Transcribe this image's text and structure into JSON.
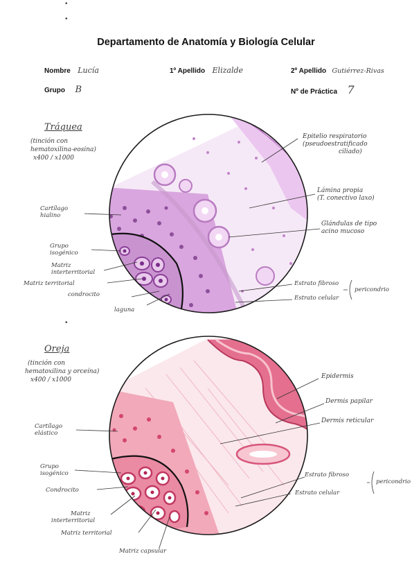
{
  "header": {
    "title": "Departamento de Anatomía y Biología Celular",
    "nombre_label": "Nombre",
    "nombre_value": "Lucía",
    "apellido1_label": "1º Apellido",
    "apellido1_value": "Elizalde",
    "apellido2_label": "2º Apellido",
    "apellido2_value": "Gutiérrez-Rivas",
    "grupo_label": "Grupo",
    "grupo_value": "B",
    "practica_label": "Nº de Práctica",
    "practica_value": "7"
  },
  "traquea": {
    "title": "Tráquea",
    "stain_1": "(tinción con",
    "stain_2": "hematoxilina-eosina)",
    "magnification": "x400 / x1000",
    "labels_left": {
      "cartilago": [
        "Cartílago",
        "hialino"
      ],
      "grupo": [
        "Grupo",
        "isogénico"
      ],
      "matriz_inter": [
        "Matriz",
        "interterritorial"
      ],
      "matriz_terr": "Matriz territorial",
      "condrocito": "condrocito",
      "laguna": "laguna"
    },
    "labels_right": {
      "epitelio": [
        "Epitelio respiratorio",
        "(pseudoestratificado",
        "ciliado)"
      ],
      "lamina": [
        "Lámina propia",
        "(T. conectivo laxo)"
      ],
      "glandulas": [
        "Glándulas de tipo",
        "acino mucoso"
      ],
      "estrato_fibroso": "Estrato fibroso",
      "estrato_celular": "Estrato celular",
      "pericondrio": "pericondrio"
    }
  },
  "oreja": {
    "title": "Oreja",
    "stain_1": "(tinción con",
    "stain_2": "hematoxilina y orceína)",
    "magnification": "x400 / x1000",
    "labels_left": {
      "cartilago": [
        "Cartílago",
        "elástico"
      ],
      "grupo": [
        "Grupo",
        "isogénico"
      ],
      "condrocito": "Condrocito",
      "matriz_inter": [
        "Matriz",
        "interterritorial"
      ],
      "matriz_terr": "Matriz territorial",
      "matriz_caps": "Matriz capsular"
    },
    "labels_right": {
      "epidermis": "Epidermis",
      "dermis_papilar": "Dermis papilar",
      "dermis_reticular": "Dermis reticular",
      "estrato_fibroso": "Estrato fibroso",
      "estrato_celular": "Estrato celular",
      "pericondrio": "pericondrio"
    }
  },
  "colors": {
    "he_purple": "#c98ad0",
    "orcein_pink": "#e8728f",
    "ink": "#2a2a2a"
  }
}
